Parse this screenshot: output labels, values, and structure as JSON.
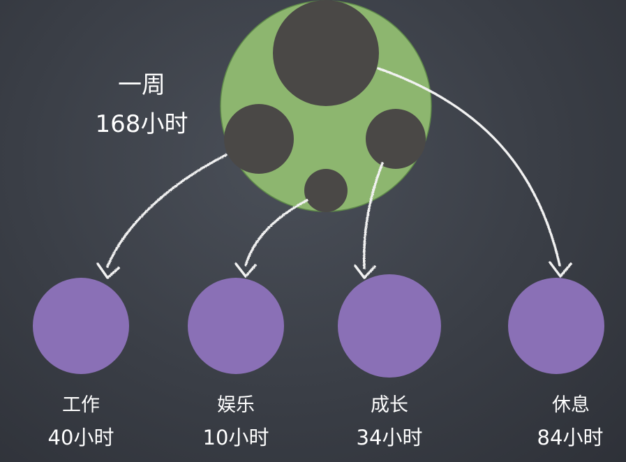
{
  "whole": {
    "label": "一周",
    "hours_label": "168小时",
    "hours": 168,
    "color": "#8db66f"
  },
  "hole_color": "#4a4846",
  "arrow_color": "#f2f2f2",
  "category_color": "#8a70b6",
  "categories": [
    {
      "name": "工作",
      "hours_label": "40小时",
      "hours": 40
    },
    {
      "name": "娱乐",
      "hours_label": "10小时",
      "hours": 10
    },
    {
      "name": "成长",
      "hours_label": "34小时",
      "hours": 34
    },
    {
      "name": "休息",
      "hours_label": "84小时",
      "hours": 84
    }
  ]
}
